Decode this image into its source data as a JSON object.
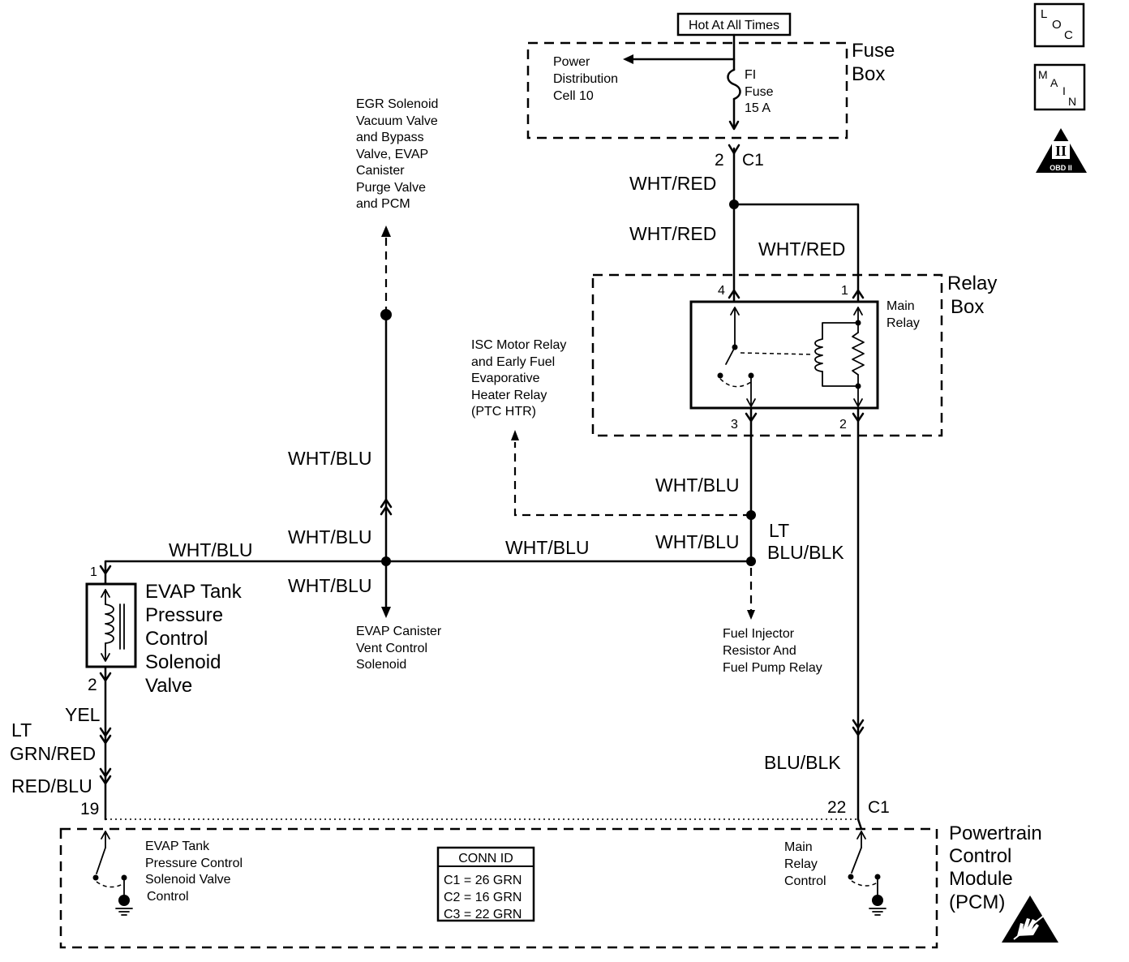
{
  "icons": {
    "loc": [
      "L",
      "O",
      "C"
    ],
    "main": [
      "M",
      "A",
      "I",
      "N"
    ],
    "obd": {
      "numeral": "II",
      "label": "OBD II"
    }
  },
  "supply": "Hot At All Times",
  "fuse_box": {
    "title": [
      "Fuse",
      "Box"
    ],
    "power_distribution": [
      "Power",
      "Distribution",
      "Cell 10"
    ],
    "fuse": [
      "FI",
      "Fuse",
      "15 A"
    ],
    "connector": {
      "pin": "2",
      "id": "C1"
    }
  },
  "relay_box": {
    "title": [
      "Relay",
      "Box"
    ],
    "relay": [
      "Main",
      "Relay"
    ],
    "pins": {
      "top_left": "4",
      "top_right": "1",
      "bottom_left": "3",
      "bottom_right": "2"
    }
  },
  "destinations": {
    "egr": [
      "EGR Solenoid",
      "Vacuum Valve",
      "and Bypass",
      "Valve, EVAP",
      "Canister",
      "Purge Valve",
      "and PCM"
    ],
    "isc": [
      "ISC Motor Relay",
      "and Early Fuel",
      "Evaporative",
      "Heater Relay",
      "(PTC HTR)"
    ],
    "vent": [
      "EVAP Canister",
      "Vent Control",
      "Solenoid"
    ],
    "injector": [
      "Fuel Injector",
      "Resistor And",
      "Fuel Pump Relay"
    ]
  },
  "wire_colors": {
    "fuse_feed": "WHT/RED",
    "relay_pin4_feed": "WHT/RED",
    "relay_pin1_feed": "WHT/RED",
    "egr_branch": "WHT/BLU",
    "egr_branch_lower": "WHT/BLU",
    "solenoid_feed": "WHT/BLU",
    "vent_branch": "WHT/BLU",
    "splice_link": "WHT/BLU",
    "relay_pin3_out": "WHT/BLU",
    "injector_splice": "WHT/BLU",
    "injector_feed": [
      "LT",
      "BLU/BLK"
    ],
    "solenoid_out": "YEL",
    "solenoid_mid": [
      "LT",
      "GRN/RED"
    ],
    "pcm_feed_left": "RED/BLU",
    "pcm_feed_right": "BLU/BLK"
  },
  "solenoid": {
    "pins": {
      "top": "1",
      "bottom": "2"
    },
    "name": [
      "EVAP Tank",
      "Pressure",
      "Control",
      "Solenoid",
      "Valve"
    ]
  },
  "pcm": {
    "title": [
      "Powertrain",
      "Control",
      "Module",
      "(PCM)"
    ],
    "pin_left": "19",
    "pin_right": {
      "pin": "22",
      "id": "C1"
    },
    "left_circuit": [
      "EVAP Tank",
      "Pressure Control",
      "Solenoid Valve",
      "Control"
    ],
    "right_circuit": [
      "Main",
      "Relay",
      "Control"
    ],
    "conn_id": {
      "title": "CONN ID",
      "rows": [
        "C1 = 26 GRN",
        "C2 = 16 GRN",
        "C3 = 22 GRN"
      ]
    }
  }
}
